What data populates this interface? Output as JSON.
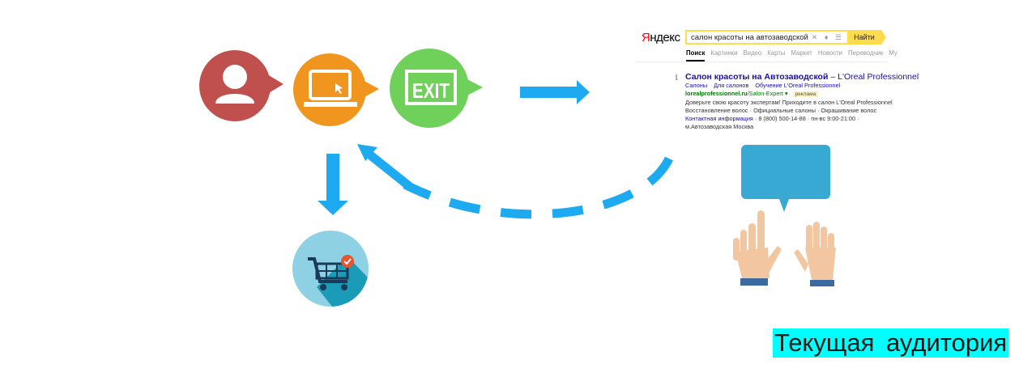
{
  "diagram": {
    "title": "Retargeting funnel: user visits site, exits, sees search ad, returns",
    "nodes": [
      {
        "id": "user",
        "icon": "user-icon",
        "color": "#c0504d"
      },
      {
        "id": "website",
        "icon": "laptop-cursor-icon",
        "color": "#f0961e"
      },
      {
        "id": "exit",
        "icon": "exit-sign-icon",
        "label": "EXIT",
        "color": "#6fd15a"
      },
      {
        "id": "purchase",
        "icon": "shopping-cart-check-icon",
        "color": "#8ed0e4"
      },
      {
        "id": "audience",
        "icon": "hands-speech-bubble-icon",
        "color": "#37a9d3"
      }
    ],
    "arrow_color": "#1eaaf1",
    "edges": [
      {
        "from": "exit",
        "to": "search-result",
        "style": "solid"
      },
      {
        "from": "search-result",
        "to": "website",
        "style": "dashed"
      },
      {
        "from": "website",
        "to": "purchase",
        "style": "solid"
      }
    ]
  },
  "yandex": {
    "logo_first": "Я",
    "logo_rest": "ндекс",
    "query": "салон красоты на автозаводской",
    "search_button": "Найти",
    "tabs": [
      "Поиск",
      "Картинки",
      "Видео",
      "Карты",
      "Маркет",
      "Новости",
      "Переводчик",
      "Му"
    ],
    "result": {
      "title": "Салон красоты на Автозаводской",
      "title_suffix": " – L'Oreal Professionnel",
      "sitelinks": [
        "Салоны",
        "Для салонов",
        "Обучение L'Oreal Professionnel"
      ],
      "url_domain": "lorealprofessionnel.ru",
      "url_path": "/Salon-Expert",
      "url_arrow": "▾",
      "ad_label": "реклама",
      "text": "Доверьте свою красоту экспертам! Приходите в салон L'Oreal Professionnel",
      "links_line": "Восстановление волос · Официальные салоны · Окрашивание волос",
      "contact_link": "Контактная информация",
      "contact_rest": " · 8 (800) 500-14-88 · пн-вс 9:00-21:00 ·",
      "address": "м.Автозаводская Москва"
    }
  },
  "caption": "Текущая аудитория"
}
